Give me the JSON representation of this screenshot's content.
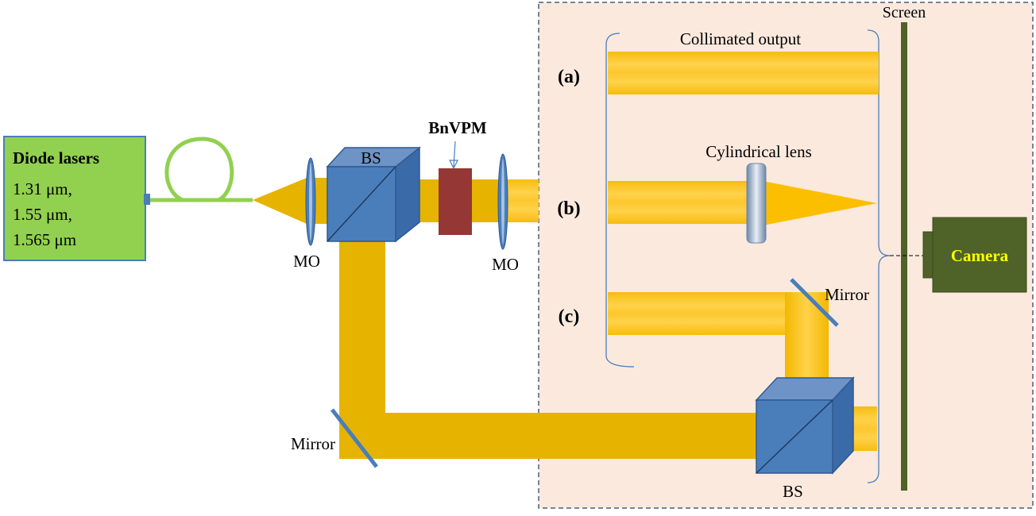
{
  "laser": {
    "title": "Diode lasers",
    "lines": [
      "1.31 μm,",
      "1.55 μm,",
      "1.565 μm"
    ]
  },
  "labels": {
    "bs_top": "BS",
    "bs_bottom": "BS",
    "mo_left": "MO",
    "mo_right": "MO",
    "bnvpm": "BnVPM",
    "mirror_left": "Mirror",
    "mirror_right": "Mirror",
    "screen": "Screen",
    "camera": "Camera",
    "collimated": "Collimated output",
    "cylindrical": "Cylindrical lens",
    "case_a": "(a)",
    "case_b": "(b)",
    "case_c": "(c)"
  },
  "colors": {
    "beam": "#e6b400",
    "beam_light": "#fccb30",
    "laser_box": "#92d050",
    "fiber": "#92d050",
    "cube": "#4a7ebb",
    "bnvpm": "#953735",
    "screen": "#4f6228",
    "camera": "#4f6228",
    "camera_text": "#ffff00",
    "panel": "#fbe9de"
  }
}
